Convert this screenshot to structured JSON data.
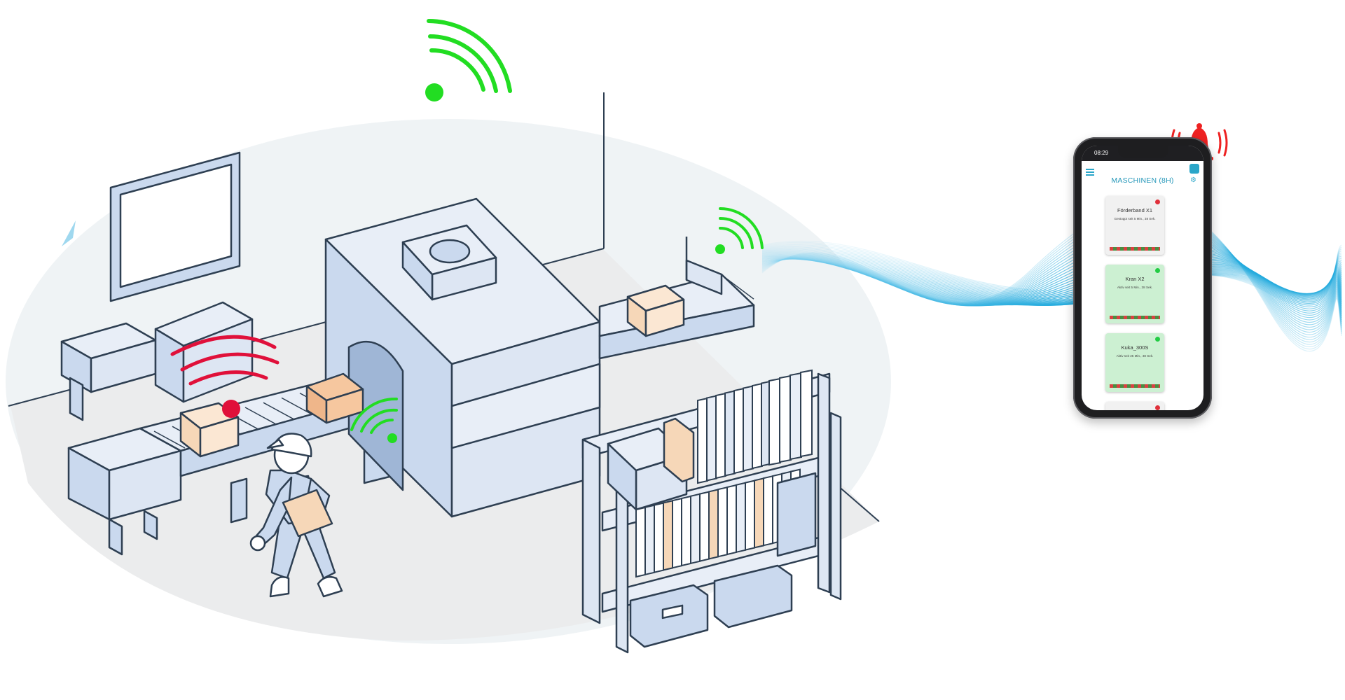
{
  "colors": {
    "signal_ok": "#22dd22",
    "signal_alert": "#e0103a",
    "outline": "#2e3f52",
    "machine_fill": "#cad9ee",
    "box_fill": "#f6d7b8",
    "wave": "#22aadd",
    "app_accent": "#2597b9"
  },
  "phone": {
    "status_time": "08:29",
    "app_title": "MASCHINEN (8H)",
    "cards": [
      {
        "name": "Förderband X1",
        "status": "Gestoppt seit 5 Min., 38 Sek.",
        "state": "stopped",
        "dot_color": "#e0303a"
      },
      {
        "name": "Kran X2",
        "status": "Aktiv seit 5 Min., 38 Sek.",
        "state": "active",
        "dot_color": "#22cc44"
      },
      {
        "name": "Kuka_300S",
        "status": "Aktiv seit 25 Min., 38 Sek.",
        "state": "active",
        "dot_color": "#22cc44"
      },
      {
        "name": "",
        "status": "",
        "state": "stopped",
        "dot_color": "#e0303a"
      }
    ]
  }
}
